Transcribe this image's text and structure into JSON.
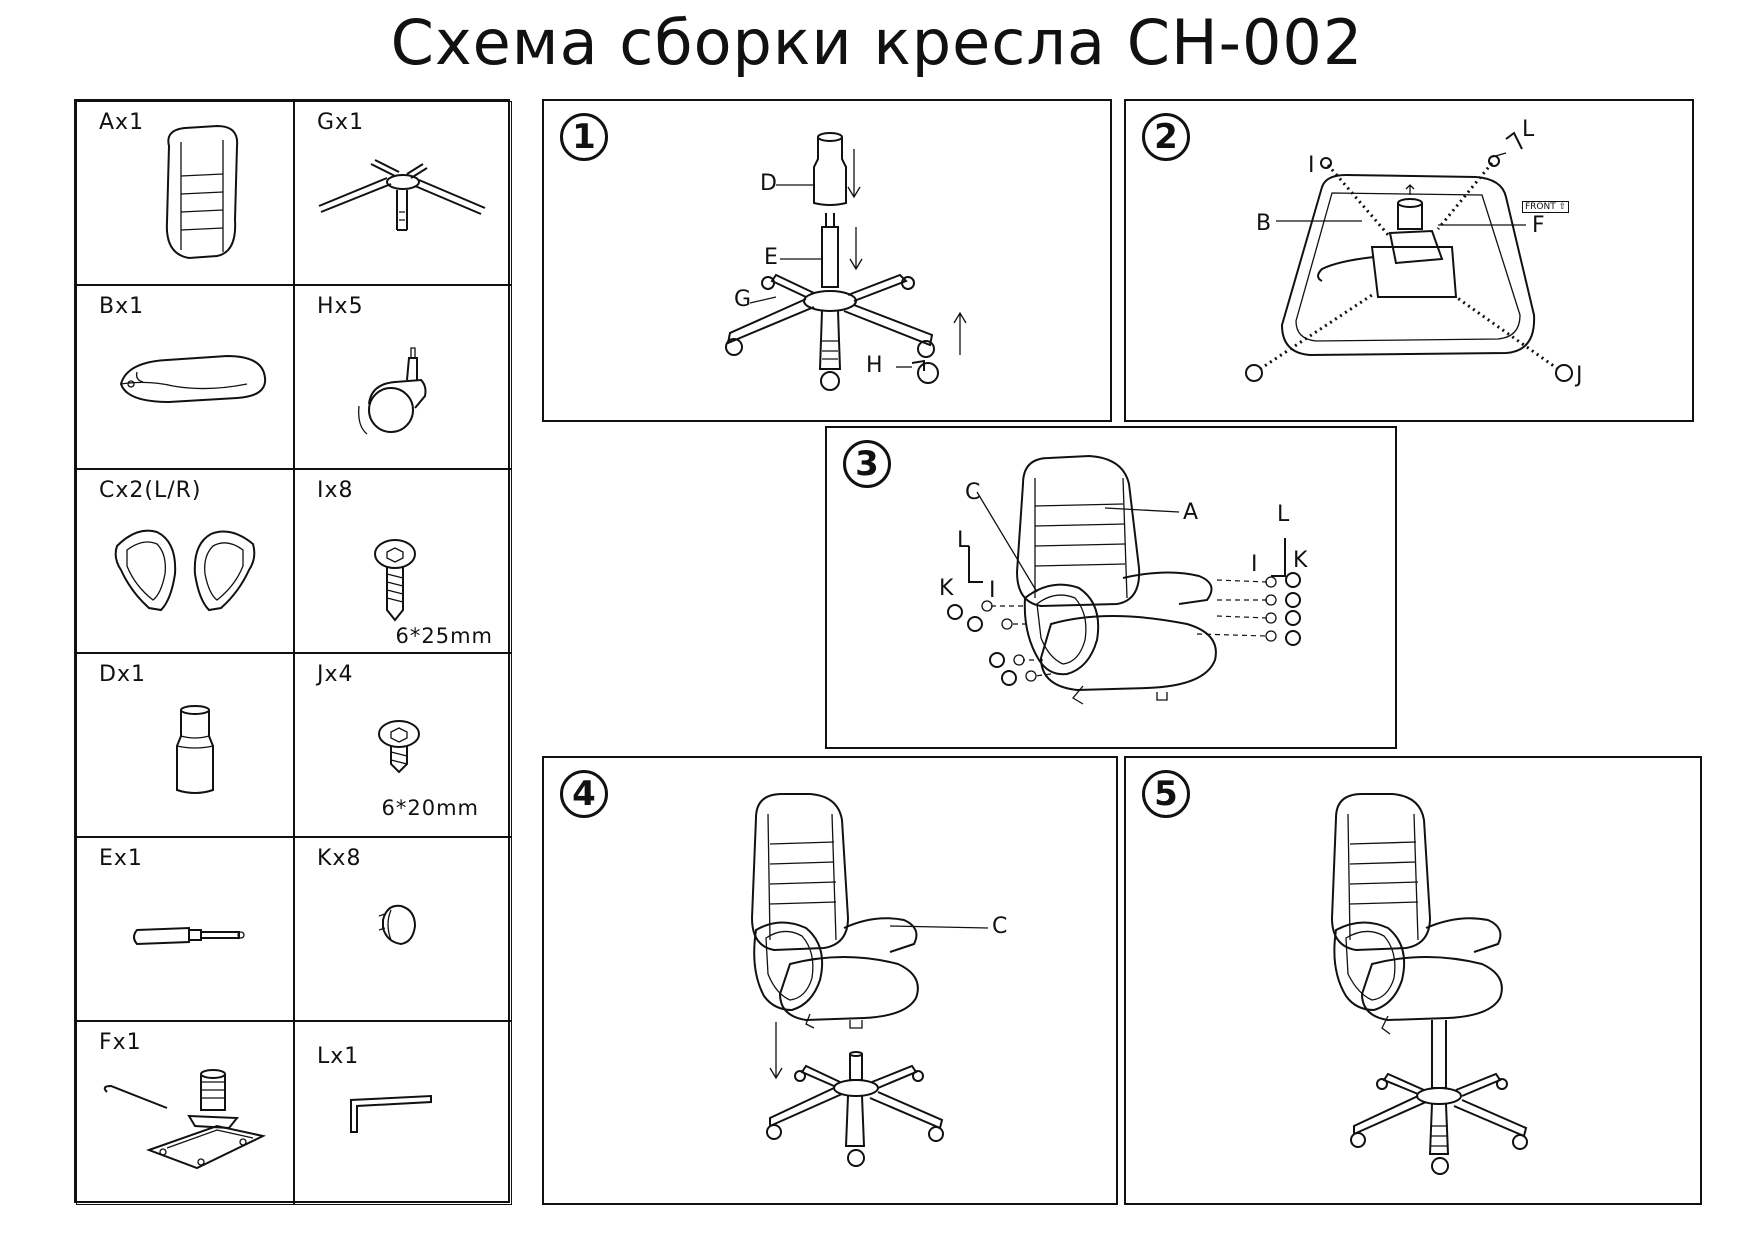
{
  "title": "Схема сборки кресла CH-002",
  "parts": [
    {
      "label": "Ax1",
      "icon": "backrest-icon"
    },
    {
      "label": "Gx1",
      "icon": "star-base-icon"
    },
    {
      "label": "Bx1",
      "icon": "seat-icon"
    },
    {
      "label": "Hx5",
      "icon": "caster-icon"
    },
    {
      "label": "Cx2(L/R)",
      "icon": "armrests-icon"
    },
    {
      "label": "Ix8",
      "icon": "bolt-long-icon",
      "size": "6*25mm"
    },
    {
      "label": "Dx1",
      "icon": "cover-icon"
    },
    {
      "label": "Jx4",
      "icon": "bolt-short-icon",
      "size": "6*20mm"
    },
    {
      "label": "Ex1",
      "icon": "gas-lift-icon"
    },
    {
      "label": "Kx8",
      "icon": "cap-icon"
    },
    {
      "label": "Fx1",
      "icon": "mechanism-icon"
    },
    {
      "label": "Lx1",
      "icon": "hex-key-icon"
    }
  ],
  "steps": [
    {
      "number": "1",
      "labels": {
        "d": "D",
        "e": "E",
        "g": "G",
        "h": "H"
      }
    },
    {
      "number": "2",
      "labels": {
        "i": "I",
        "l": "L",
        "b": "B",
        "f": "F",
        "j": "J",
        "front": "FRONT ⇧"
      }
    },
    {
      "number": "3",
      "labels": {
        "c": "C",
        "a": "A",
        "l_left": "L",
        "k_left": "K",
        "i_left": "I",
        "l_right": "L",
        "i_right": "I",
        "k_right": "K"
      }
    },
    {
      "number": "4",
      "labels": {
        "c": "C"
      }
    },
    {
      "number": "5",
      "labels": {}
    }
  ]
}
